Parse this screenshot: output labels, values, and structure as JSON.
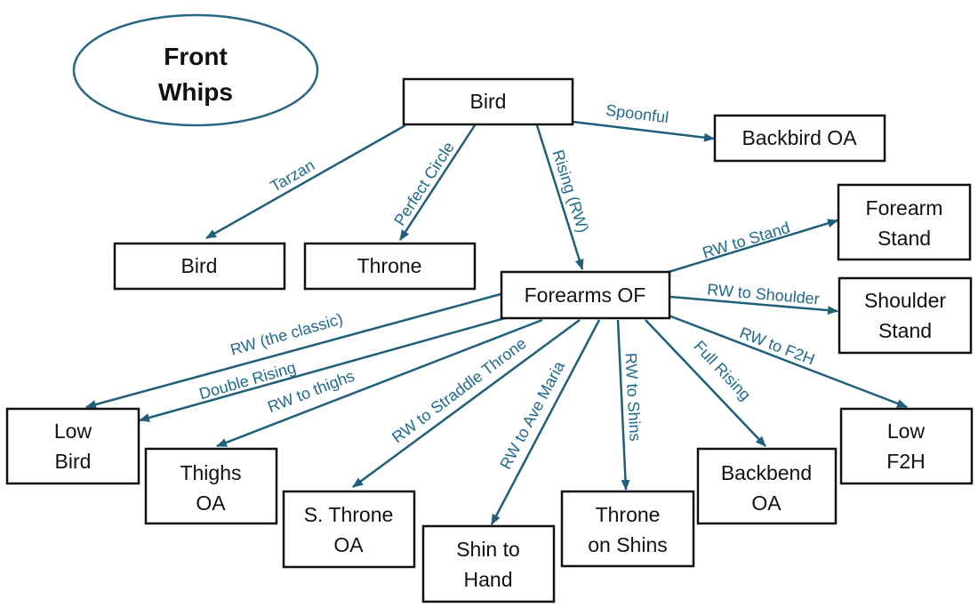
{
  "colors": {
    "edge": "#1f5f7a",
    "edge_label": "#1f6a8a",
    "node_border": "#111111",
    "ellipse_border": "#2a6683",
    "text": "#111111"
  },
  "title": {
    "line1": "Front",
    "line2": "Whips"
  },
  "nodes": {
    "bird_top": {
      "lines": [
        "Bird"
      ]
    },
    "backbird_oa": {
      "lines": [
        "Backbird OA"
      ]
    },
    "bird_left": {
      "lines": [
        "Bird"
      ]
    },
    "throne": {
      "lines": [
        "Throne"
      ]
    },
    "forearms_of": {
      "lines": [
        "Forearms OF"
      ]
    },
    "forearm_stand": {
      "lines": [
        "Forearm",
        "Stand"
      ]
    },
    "shoulder_stand": {
      "lines": [
        "Shoulder",
        "Stand"
      ]
    },
    "low_bird": {
      "lines": [
        "Low",
        "Bird"
      ]
    },
    "thighs_oa": {
      "lines": [
        "Thighs",
        "OA"
      ]
    },
    "s_throne_oa": {
      "lines": [
        "S. Throne",
        "OA"
      ]
    },
    "shin_to_hand": {
      "lines": [
        "Shin to",
        "Hand"
      ]
    },
    "throne_on_shins": {
      "lines": [
        "Throne",
        "on Shins"
      ]
    },
    "backbend_oa": {
      "lines": [
        "Backbend",
        "OA"
      ]
    },
    "low_f2h": {
      "lines": [
        "Low",
        "F2H"
      ]
    }
  },
  "edges": {
    "spoonful": {
      "from": "bird_top",
      "to": "backbird_oa",
      "label": "Spoonful"
    },
    "tarzan": {
      "from": "bird_top",
      "to": "bird_left",
      "label": "Tarzan"
    },
    "perfect_circle": {
      "from": "bird_top",
      "to": "throne",
      "label": "Perfect Circle"
    },
    "rising_rw": {
      "from": "bird_top",
      "to": "forearms_of",
      "label": "Rising (RW)"
    },
    "rw_to_stand": {
      "from": "forearms_of",
      "to": "forearm_stand",
      "label": "RW to Stand"
    },
    "rw_to_shoulder": {
      "from": "forearms_of",
      "to": "shoulder_stand",
      "label": "RW to Shoulder"
    },
    "rw_to_f2h": {
      "from": "forearms_of",
      "to": "low_f2h",
      "label": "RW to F2H"
    },
    "full_rising": {
      "from": "forearms_of",
      "to": "backbend_oa",
      "label": "Full Rising"
    },
    "rw_to_shins": {
      "from": "forearms_of",
      "to": "throne_on_shins",
      "label": "RW to Shins"
    },
    "rw_to_ave_maria": {
      "from": "forearms_of",
      "to": "shin_to_hand",
      "label": "RW to Ave Maria"
    },
    "rw_to_straddle_throne": {
      "from": "forearms_of",
      "to": "s_throne_oa",
      "label": "RW to Straddle Throne"
    },
    "rw_to_thighs": {
      "from": "forearms_of",
      "to": "thighs_oa",
      "label": "RW to thighs"
    },
    "rw_the_classic": {
      "from": "forearms_of",
      "to": "low_bird",
      "label": "RW (the classic)"
    },
    "double_rising": {
      "from": "forearms_of",
      "to": "low_bird",
      "label": "Double Rising"
    }
  }
}
